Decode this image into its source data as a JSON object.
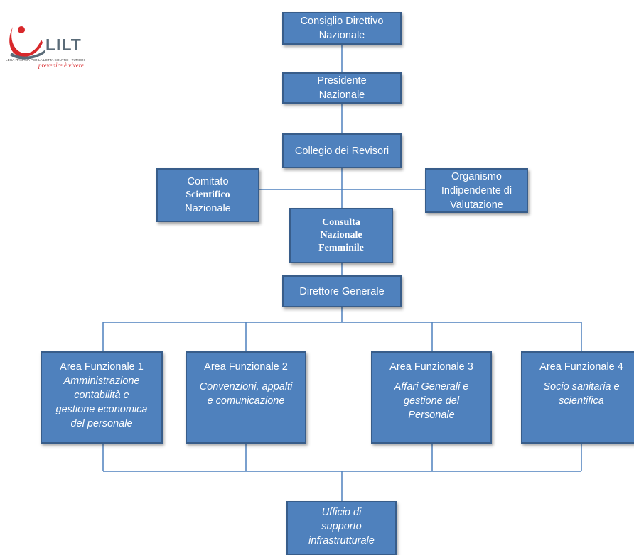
{
  "logo": {
    "word": "LILT",
    "tagline": "LEGA ITALIANA PER LA LOTTA CONTRO I TUMORI",
    "slogan": "prevenire è vivere"
  },
  "nodes": {
    "consiglio": [
      "Consiglio Direttivo",
      "Nazionale"
    ],
    "presidente": [
      "Presidente",
      "Nazionale"
    ],
    "collegio": [
      "Collegio dei Revisori"
    ],
    "comitato": [
      "Comitato",
      "Scientifico",
      "Nazionale"
    ],
    "organismo": [
      "Organismo",
      "Indipendente di",
      "Valutazione"
    ],
    "consulta": [
      "Consulta",
      "Nazionale",
      "Femminile"
    ],
    "direttore": [
      "Direttore Generale"
    ],
    "area1": {
      "title": "Area Funzionale  1",
      "lines": [
        "Amministrazione",
        "contabilità e",
        "gestione economica",
        "del personale"
      ]
    },
    "area2": {
      "title": "Area Funzionale 2",
      "lines": [
        "Convenzioni, appalti",
        "e comunicazione"
      ]
    },
    "area3": {
      "title": "Area Funzionale 3",
      "lines": [
        "Affari Generali e",
        "gestione del",
        "Personale"
      ]
    },
    "area4": {
      "title": "Area Funzionale 4",
      "lines": [
        "Socio sanitaria e",
        "scientifica"
      ]
    },
    "ufficio": [
      "Ufficio di",
      "supporto",
      "infrastrutturale"
    ]
  },
  "colors": {
    "box_fill": "#4f81bd",
    "box_border": "#385d8a",
    "line": "#4f81bd",
    "text": "#ffffff",
    "logo_red": "#d8282b"
  }
}
